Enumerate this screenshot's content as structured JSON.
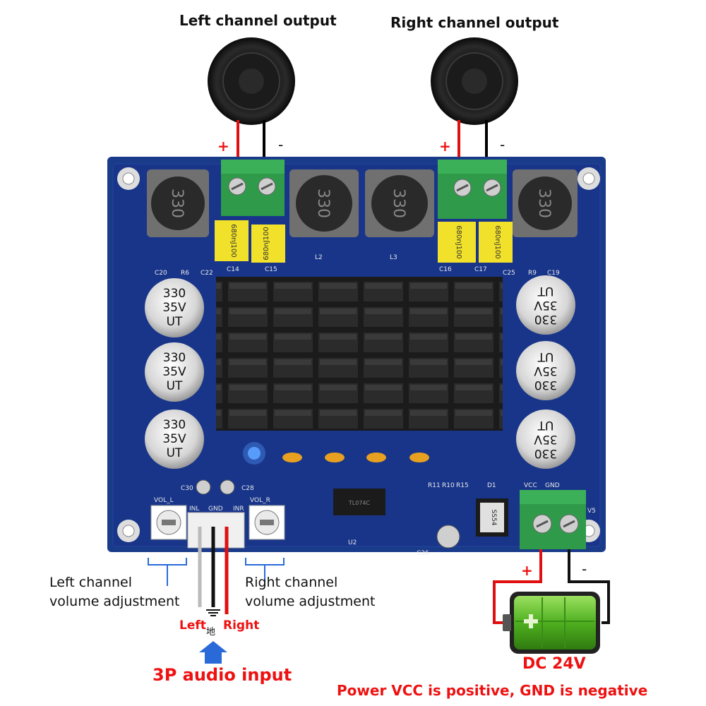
{
  "labels": {
    "left_output": "Left channel output",
    "right_output": "Right channel output",
    "left_volume": "Left channel\nvolume adjustment",
    "right_volume": "Right channel\nvolume adjustment",
    "left_in": "Left",
    "right_in": "Right",
    "gnd_char": "地",
    "audio_input": "3P audio input",
    "dc": "DC 24V",
    "power_note": "Power VCC is positive, GND is negative",
    "plus": "+",
    "minus": "-"
  },
  "board": {
    "inductor_text": "330",
    "cap_small": "680nJ100",
    "cap_big": [
      "330",
      "35V",
      "UT"
    ],
    "pcb_labels": {
      "c14": "C14",
      "c15": "C15",
      "c16": "C16",
      "c17": "C17",
      "c20": "C20",
      "r6": "R6",
      "c22": "C22",
      "c25": "C25",
      "r9": "R9",
      "c19": "C19",
      "l2": "L2",
      "l3": "L3",
      "u2": "U2",
      "d1": "D1",
      "vol_l": "VOL_L",
      "vol_r": "VOL_R",
      "inl": "INL",
      "gnd": "GND",
      "inr": "INR",
      "vcc": "VCC",
      "gnd2": "GND",
      "c30": "C30",
      "c28": "C28",
      "c36": "C36",
      "r11": "R11",
      "r10": "R10",
      "r15": "R15",
      "v5": "V5",
      "ic_text": "TL074C",
      "diode_text": "SS54"
    }
  },
  "colors": {
    "pcb": "#1a3a8a",
    "terminal": "#2f9a4a",
    "capacitor_yellow": "#f2e12a",
    "heatsink": "#1a1a1a",
    "wire_red": "#e01010",
    "arrow": "#2a6ad8",
    "battery_green": "#5cc02a"
  }
}
